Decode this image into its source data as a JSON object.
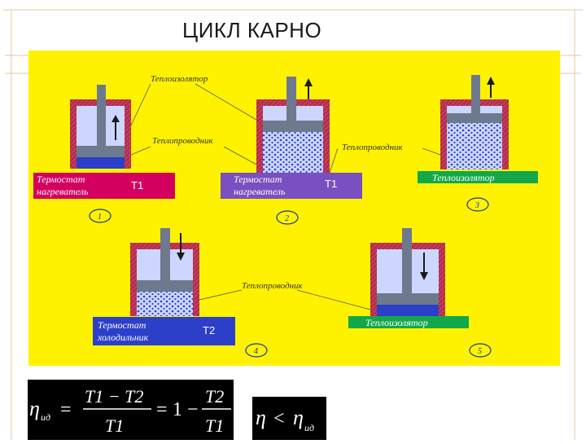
{
  "title": "ЦИКЛ КАРНО",
  "labels": {
    "insulator": "Теплоизолятор",
    "conductor": "Теплопроводник"
  },
  "plates": {
    "heater": "Термостат нагреватель",
    "heater_line1": "Термостат",
    "heater_line2": "нагреватель",
    "cooler": "Термостат холодильник",
    "cooler_line1": "Термостат",
    "cooler_line2": "холодильник",
    "insulator": "Теплоизолятор"
  },
  "temps": {
    "t1": "T1",
    "t2": "T2"
  },
  "steps": [
    "1",
    "2",
    "3",
    "4",
    "5"
  ],
  "formula": {
    "eta": "η",
    "sub": "ид",
    "num": "T1 − T2",
    "den": "T1",
    "one": "1",
    "num2": "T2",
    "den2": "T1",
    "eq": "=",
    "minus": "−",
    "lt": "<"
  },
  "colors": {
    "panel": "#fff200",
    "cylinder": "#c43a5c",
    "gas": "#ccd6ff",
    "piston": "#6d7a8e",
    "plate_pink": "#d40060",
    "plate_green": "#12a84a",
    "plate_violet": "#7a4fc0",
    "plate_blue": "#2b3fc9"
  }
}
